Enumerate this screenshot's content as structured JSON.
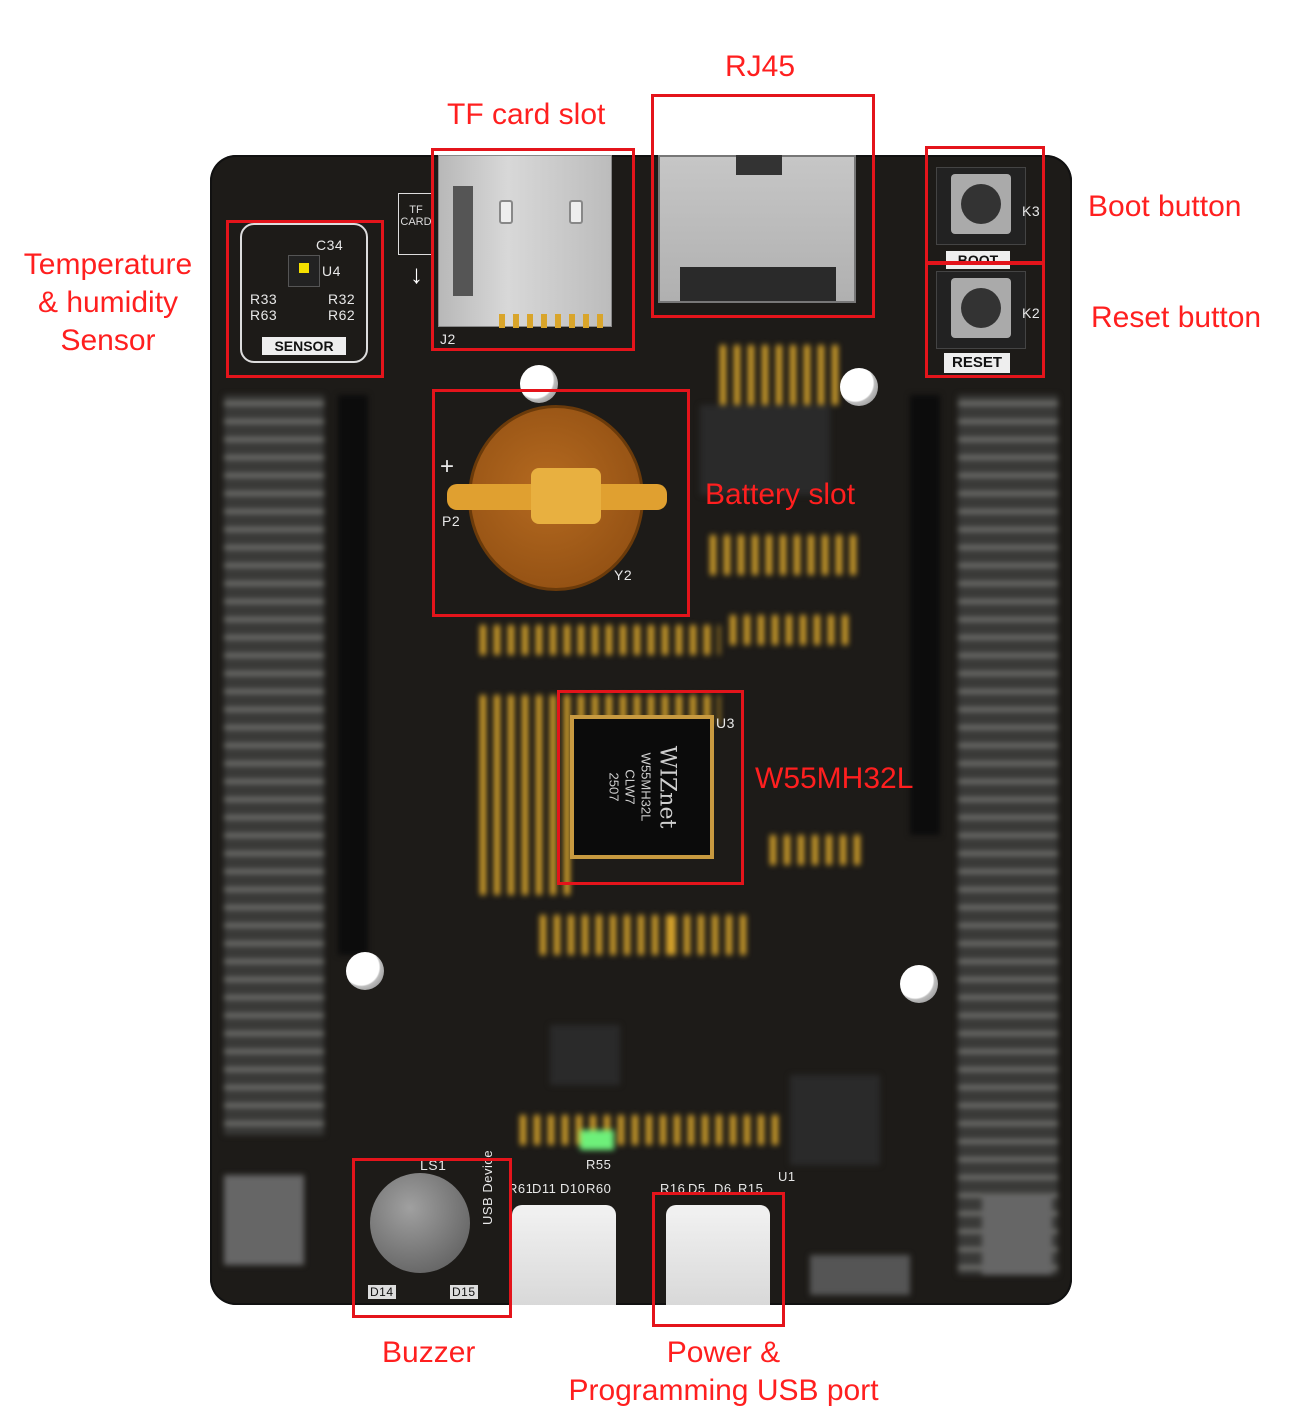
{
  "labels": {
    "rj45": "RJ45",
    "tf_card": "TF card slot",
    "boot": "Boot button",
    "reset_btn": "Reset button",
    "sensor_line1": "Temperature",
    "sensor_line2": "& humidity",
    "sensor_line3": "Sensor",
    "battery": "Battery slot",
    "mcu": "W55MH32L",
    "buzzer": "Buzzer",
    "usb_line1": "Power &",
    "usb_line2": "Programming USB port"
  },
  "silkscreen": {
    "sensor": "SENSOR",
    "c34": "C34",
    "u4": "U4",
    "r33": "R33",
    "r32": "R32",
    "r63": "R63",
    "r62": "R62",
    "tf_tag_line1": "TF",
    "tf_tag_line2": "CARD",
    "j2": "J2",
    "boot": "BOOT",
    "reset": "RESET",
    "k3": "K3",
    "k2": "K2",
    "p2": "P2",
    "y2": "Y2",
    "u3": "U3",
    "chip_brand": "WIZnet",
    "chip_line1": "W55MH32L",
    "chip_line2": "CLW7",
    "chip_line3": "2507",
    "ls1": "LS1",
    "r61": "R61",
    "d11": "D11",
    "d10": "D10",
    "r60": "R60",
    "r55": "R55",
    "r16": "R16",
    "d5": "D5",
    "d6": "D6",
    "r15": "R15",
    "u1": "U1",
    "usb_device": "USB Device",
    "d14": "D14",
    "d15": "D15",
    "plus": "+"
  }
}
